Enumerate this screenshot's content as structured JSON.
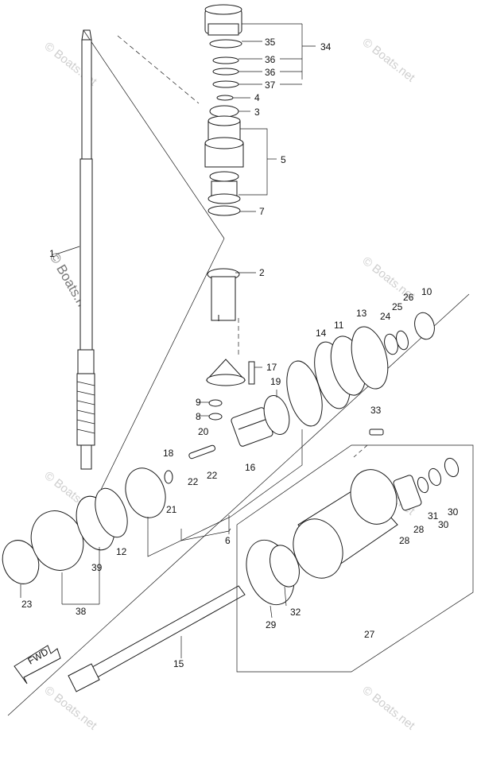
{
  "diagram": {
    "labels": [
      {
        "id": "1",
        "text": "1"
      },
      {
        "id": "2",
        "text": "2"
      },
      {
        "id": "3",
        "text": "3"
      },
      {
        "id": "4",
        "text": "4"
      },
      {
        "id": "5",
        "text": "5"
      },
      {
        "id": "6",
        "text": "6"
      },
      {
        "id": "7",
        "text": "7"
      },
      {
        "id": "8",
        "text": "8"
      },
      {
        "id": "9",
        "text": "9"
      },
      {
        "id": "10",
        "text": "10"
      },
      {
        "id": "11",
        "text": "11"
      },
      {
        "id": "12",
        "text": "12"
      },
      {
        "id": "13",
        "text": "13"
      },
      {
        "id": "14",
        "text": "14"
      },
      {
        "id": "15",
        "text": "15"
      },
      {
        "id": "16",
        "text": "16"
      },
      {
        "id": "17",
        "text": "17"
      },
      {
        "id": "18",
        "text": "18"
      },
      {
        "id": "19",
        "text": "19"
      },
      {
        "id": "20",
        "text": "20"
      },
      {
        "id": "21",
        "text": "21"
      },
      {
        "id": "22a",
        "text": "22"
      },
      {
        "id": "22b",
        "text": "22"
      },
      {
        "id": "23",
        "text": "23"
      },
      {
        "id": "24",
        "text": "24"
      },
      {
        "id": "25",
        "text": "25"
      },
      {
        "id": "26",
        "text": "26"
      },
      {
        "id": "27",
        "text": "27"
      },
      {
        "id": "28a",
        "text": "28"
      },
      {
        "id": "28b",
        "text": "28"
      },
      {
        "id": "29",
        "text": "29"
      },
      {
        "id": "30a",
        "text": "30"
      },
      {
        "id": "30b",
        "text": "30"
      },
      {
        "id": "31",
        "text": "31"
      },
      {
        "id": "32",
        "text": "32"
      },
      {
        "id": "33",
        "text": "33"
      },
      {
        "id": "34",
        "text": "34"
      },
      {
        "id": "35",
        "text": "35"
      },
      {
        "id": "36a",
        "text": "36"
      },
      {
        "id": "36b",
        "text": "36"
      },
      {
        "id": "37",
        "text": "37"
      },
      {
        "id": "38",
        "text": "38"
      },
      {
        "id": "39",
        "text": "39"
      }
    ],
    "fwd_label": "FWD",
    "watermark_main": "© Boats.net",
    "watermark_small": "© Boats.net"
  }
}
